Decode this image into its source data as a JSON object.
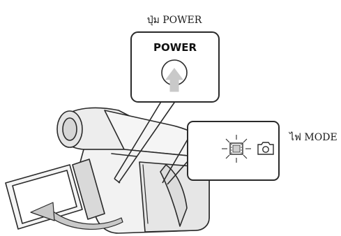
{
  "callouts": {
    "power_label": "ปุ่ม POWER",
    "power_button_text": "POWER",
    "mode_label": "ไฟ MODE"
  },
  "icons": {
    "movie": "movie-icon",
    "photo": "camera-icon",
    "arrow": "arrow-up-icon",
    "rotate": "curved-arrow-icon"
  },
  "colors": {
    "stroke": "#2a2a2a",
    "body_fill": "#f2f2f2",
    "shade_fill": "#d8d8d8",
    "arrow_fill": "#c9c9c9",
    "panel_fill": "#ffffff"
  }
}
